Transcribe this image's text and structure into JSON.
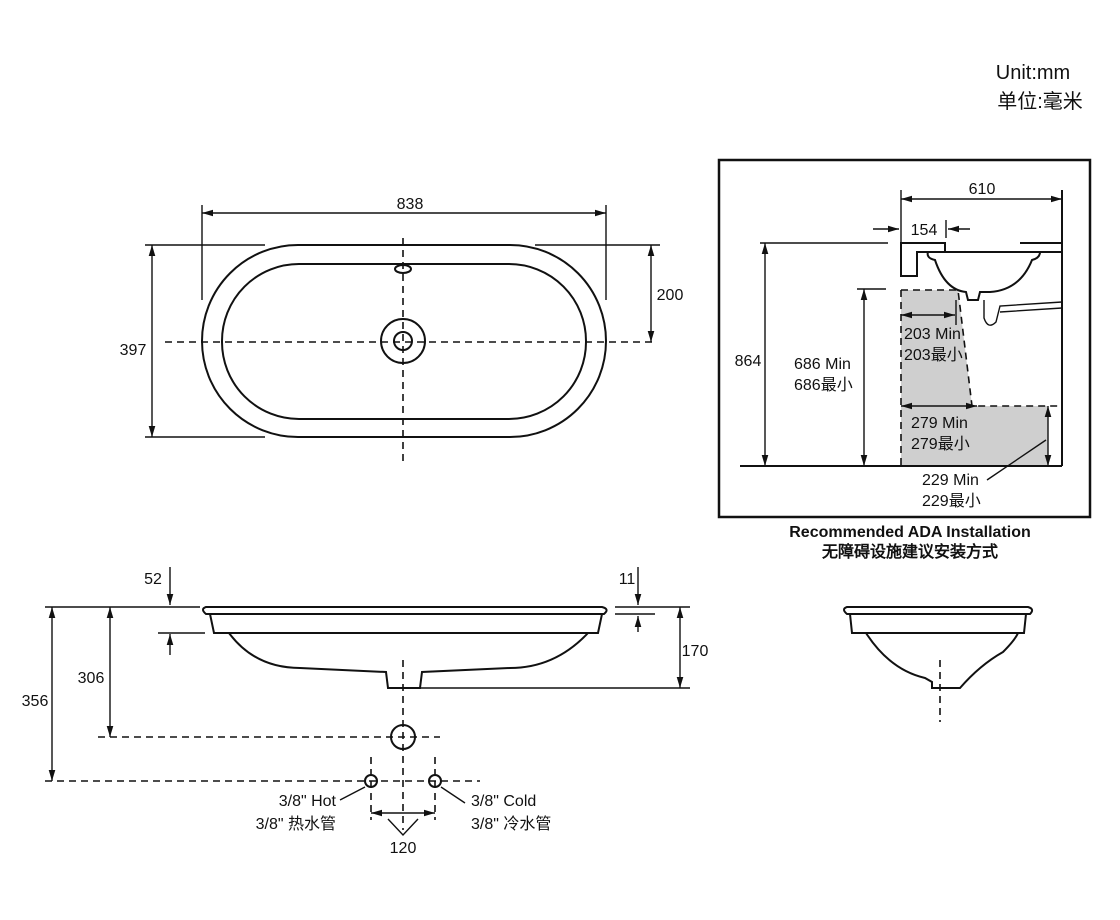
{
  "unit": {
    "en": "Unit:mm",
    "cn": "单位:毫米"
  },
  "top_view": {
    "width": "838",
    "depth": "397",
    "drain_offset": "200"
  },
  "front_view": {
    "rim_to_top": "52",
    "rim_thickness": "11",
    "bowl_height": "170",
    "drain_height": "306",
    "supply_height": "356",
    "supply_spacing": "120",
    "hot_label": "3/8\" Hot",
    "hot_label_cn": "3/8\" 热水管",
    "cold_label": "3/8\" Cold",
    "cold_label_cn": "3/8\" 冷水管"
  },
  "ada": {
    "cabinet_depth": "610",
    "overhang": "154",
    "counter_height": "864",
    "knee_height": "686 Min",
    "knee_height_cn": "686最小",
    "knee_depth": "203 Min",
    "knee_depth_cn": "203最小",
    "toe_depth": "279 Min",
    "toe_depth_cn": "279最小",
    "toe_height": "229 Min",
    "toe_height_cn": "229最小",
    "title": "Recommended ADA Installation",
    "title_cn": "无障碍设施建议安装方式"
  },
  "colors": {
    "line": "#111111",
    "clearance_fill": "#cfcfcf"
  }
}
